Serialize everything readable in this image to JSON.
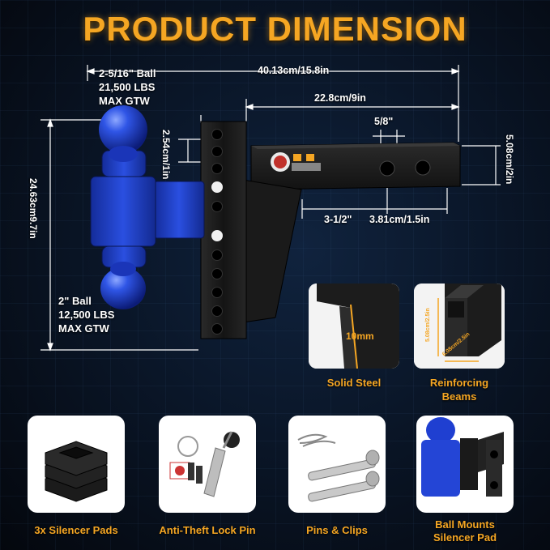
{
  "title": "PRODUCT DIMENSION",
  "dimensions": {
    "overall_length": "40.13cm/15.8in",
    "shank_length": "22.8cm/9in",
    "pin_hole": "5/8\"",
    "hole_spacing": "2.54cm/1in",
    "shank_size": "5.08cm/2in",
    "total_height": "24.63cm9.7in",
    "pin_offset": "3-1/2\"",
    "pin_hole_spacing": "3.81cm/1.5in",
    "steel_thickness": "10mm",
    "beam_height": "5.08cm/2.5in",
    "beam_width": "6.08cm/2.5in"
  },
  "balls": {
    "top": [
      "2-5/16\" Ball",
      "21,500 LBS",
      "MAX GTW"
    ],
    "bottom": [
      "2\" Ball",
      "12,500 LBS",
      "MAX GTW"
    ]
  },
  "features": {
    "solid_steel": "Solid Steel",
    "reinforcing_beams": [
      "Reinforcing",
      "Beams"
    ]
  },
  "accessories": [
    {
      "label": "3x Silencer Pads"
    },
    {
      "label": "Anti-Theft Lock Pin"
    },
    {
      "label": "Pins & Clips"
    },
    {
      "label": [
        "Ball Mounts",
        "Silencer Pad"
      ]
    }
  ],
  "colors": {
    "accent": "#f5a623",
    "ball_blue": "#1f3fd1",
    "steel": "#1a1a1a",
    "dimension_line": "#ffffff"
  }
}
